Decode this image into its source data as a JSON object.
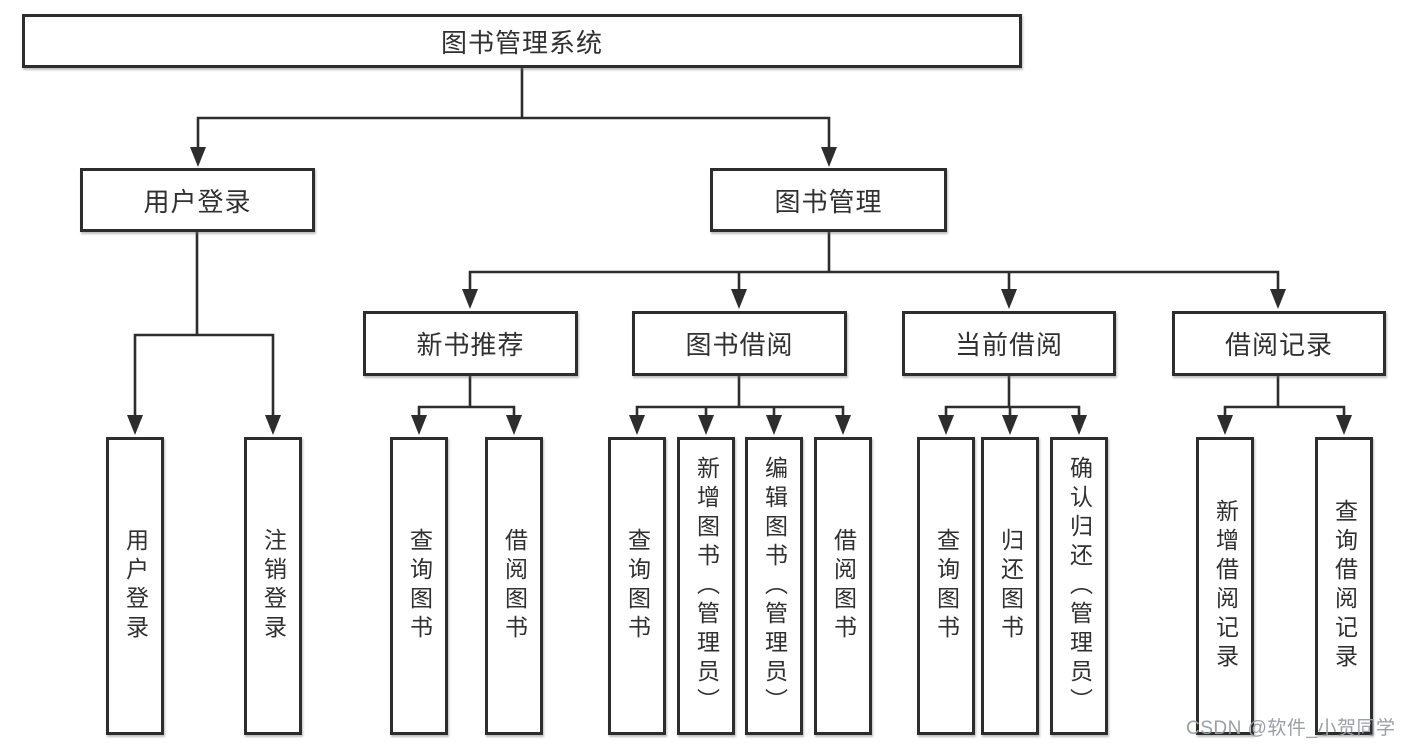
{
  "colors": {
    "line": "#2d2d2d",
    "box_border": "#2d2d2d",
    "text": "#303030",
    "watermark": "#9aa0a8",
    "background": "#ffffff"
  },
  "watermark": "CSDN @软件_小贺同学",
  "tree": {
    "root": {
      "label": "图书管理系统"
    },
    "user_login": {
      "label": "用户登录",
      "children": [
        {
          "label": "用户登录"
        },
        {
          "label": "注销登录"
        }
      ]
    },
    "book_mgmt": {
      "label": "图书管理",
      "children": [
        {
          "label": "新书推荐",
          "children": [
            {
              "label": "查询图书"
            },
            {
              "label": "借阅图书"
            }
          ]
        },
        {
          "label": "图书借阅",
          "children": [
            {
              "label": "查询图书"
            },
            {
              "label": "新增图书（管理员）"
            },
            {
              "label": "编辑图书（管理员）"
            },
            {
              "label": "借阅图书"
            }
          ]
        },
        {
          "label": "当前借阅",
          "children": [
            {
              "label": "查询图书"
            },
            {
              "label": "归还图书"
            },
            {
              "label": "确认归还（管理员）"
            }
          ]
        },
        {
          "label": "借阅记录",
          "children": [
            {
              "label": "新增借阅记录"
            },
            {
              "label": "查询借阅记录"
            }
          ]
        }
      ]
    }
  }
}
